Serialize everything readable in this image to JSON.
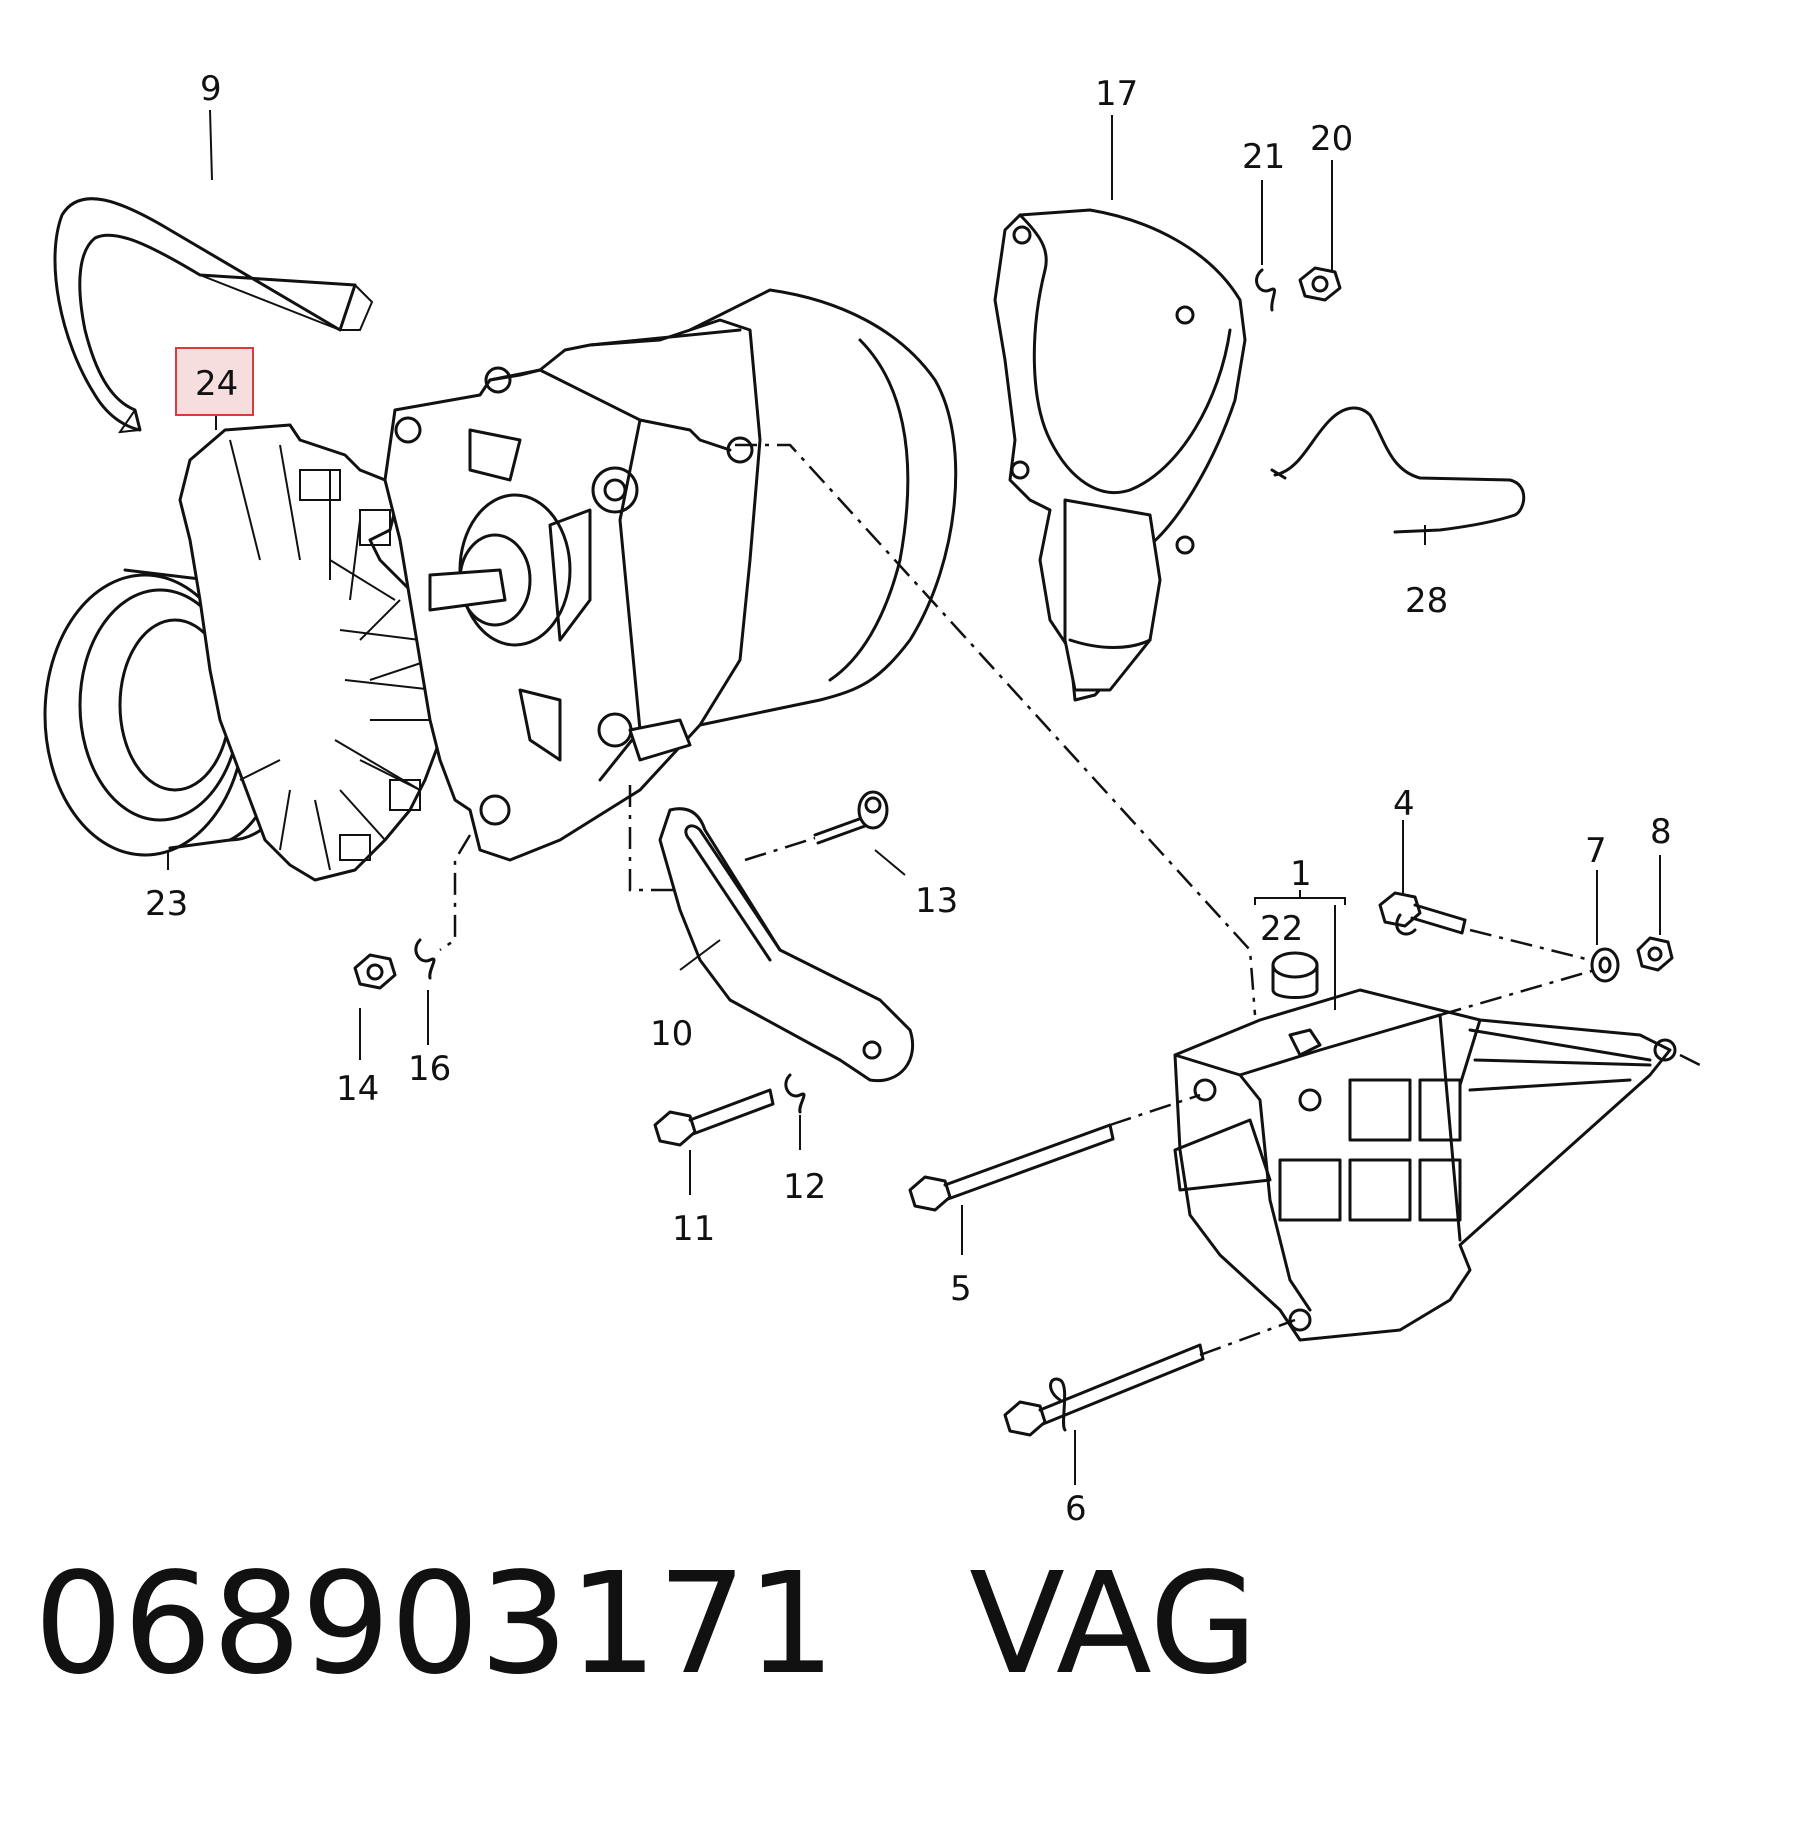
{
  "caption": {
    "part_number": "068903171",
    "brand": "VAG"
  },
  "highlight_color": "#d93b3b",
  "highlighted_part": "24",
  "labels": {
    "p1": "1",
    "p4": "4",
    "p5": "5",
    "p6": "6",
    "p7": "7",
    "p8": "8",
    "p9": "9",
    "p10": "10",
    "p11": "11",
    "p12": "12",
    "p13": "13",
    "p14": "14",
    "p16": "16",
    "p17": "17",
    "p20": "20",
    "p21": "21",
    "p22": "22",
    "p23": "23",
    "p24": "24",
    "p28": "28"
  }
}
